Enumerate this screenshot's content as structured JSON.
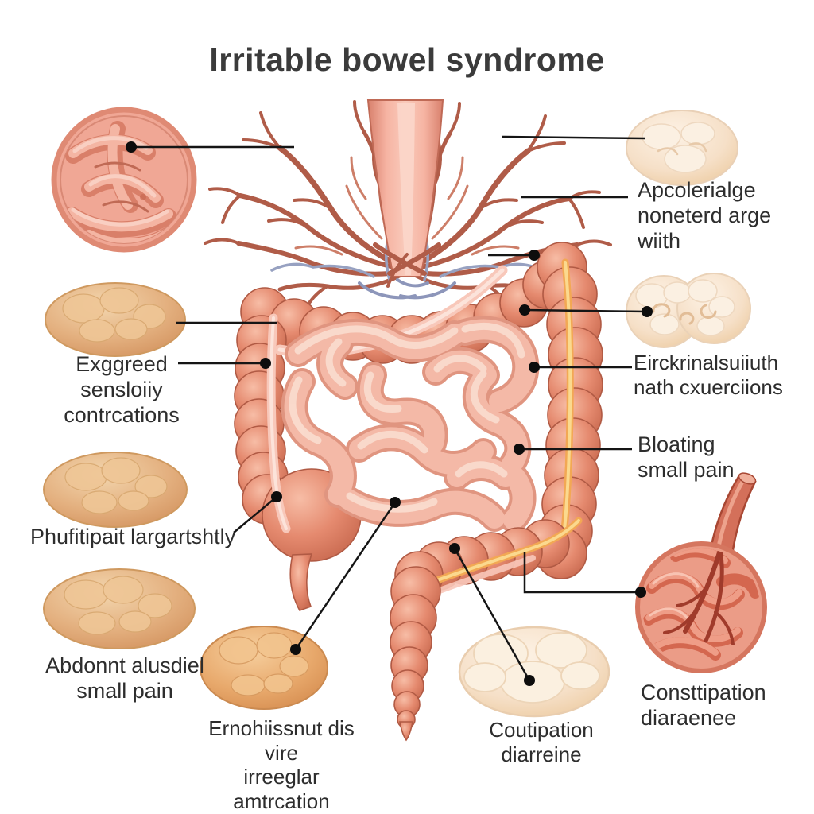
{
  "title": "Irritable bowel syndrome",
  "labels": {
    "top_right": [
      "Apcolerialge",
      "noneterd arge",
      "wiith"
    ],
    "exaggerated": [
      "Exggreed",
      "sensloiiy",
      "contrcations"
    ],
    "right_mid": [
      "Eirckrinalsuiiuth",
      "nath cxuerciions"
    ],
    "bloating": [
      "Bloating",
      "small pain"
    ],
    "left_mid": [
      "Phufitipait largartshtly"
    ],
    "abdominal": [
      "Abdonnt alusdiel",
      "small pain"
    ],
    "bottom_center": [
      "Ernohiissnut dis vire",
      "irreeglar amtrcation"
    ],
    "constipation_center": [
      "Coutipation",
      "diarreine"
    ],
    "constipation_right": [
      "Consttipation",
      "diaraenee"
    ]
  },
  "colors": {
    "title_text": "#3b3b3b",
    "label_text": "#2d2d2d",
    "colon_base": "#e0876f",
    "colon_highlight": "#f7bda6",
    "colon_shadow": "#c96a50",
    "small_intestine": "#f4b9a7",
    "esophagus": "#f6b4a3",
    "vessel_red": "#b05c48",
    "vein_blue": "#97a1c1",
    "stool_tan": "#e3af7e",
    "stool_orange": "#e8a96c",
    "cream_blob": "#f6e0c8",
    "connector": "#151515",
    "background": "#ffffff"
  }
}
